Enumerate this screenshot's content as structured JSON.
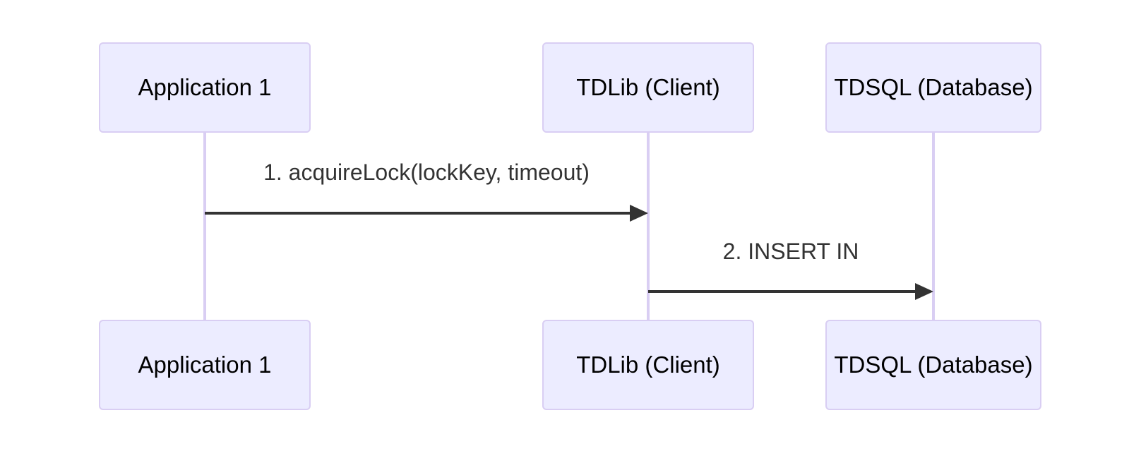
{
  "diagram": {
    "type": "sequence",
    "actors": [
      {
        "id": "app1",
        "label": "Application 1"
      },
      {
        "id": "tdlib",
        "label": "TDLib (Client)"
      },
      {
        "id": "tdsql",
        "label": "TDSQL (Database)"
      }
    ],
    "messages": [
      {
        "seq": "1",
        "from": "Application 1",
        "to": "TDLib (Client)",
        "label": "1. acquireLock(lockKey, timeout)",
        "line_style": "solid",
        "arrowhead": "filled-triangle"
      },
      {
        "seq": "2",
        "from": "TDLib (Client)",
        "to": "TDSQL (Database)",
        "label": "2. INSERT IN",
        "line_style": "solid",
        "arrowhead": "filled-triangle"
      }
    ],
    "colors": {
      "background": "#ffffff",
      "actor_fill": "#ECECFF",
      "actor_border": "#D9CEF3",
      "lifeline": "#D9CEF3",
      "arrow": "#333333",
      "message_text": "#333333",
      "actor_text": "#000000"
    }
  }
}
